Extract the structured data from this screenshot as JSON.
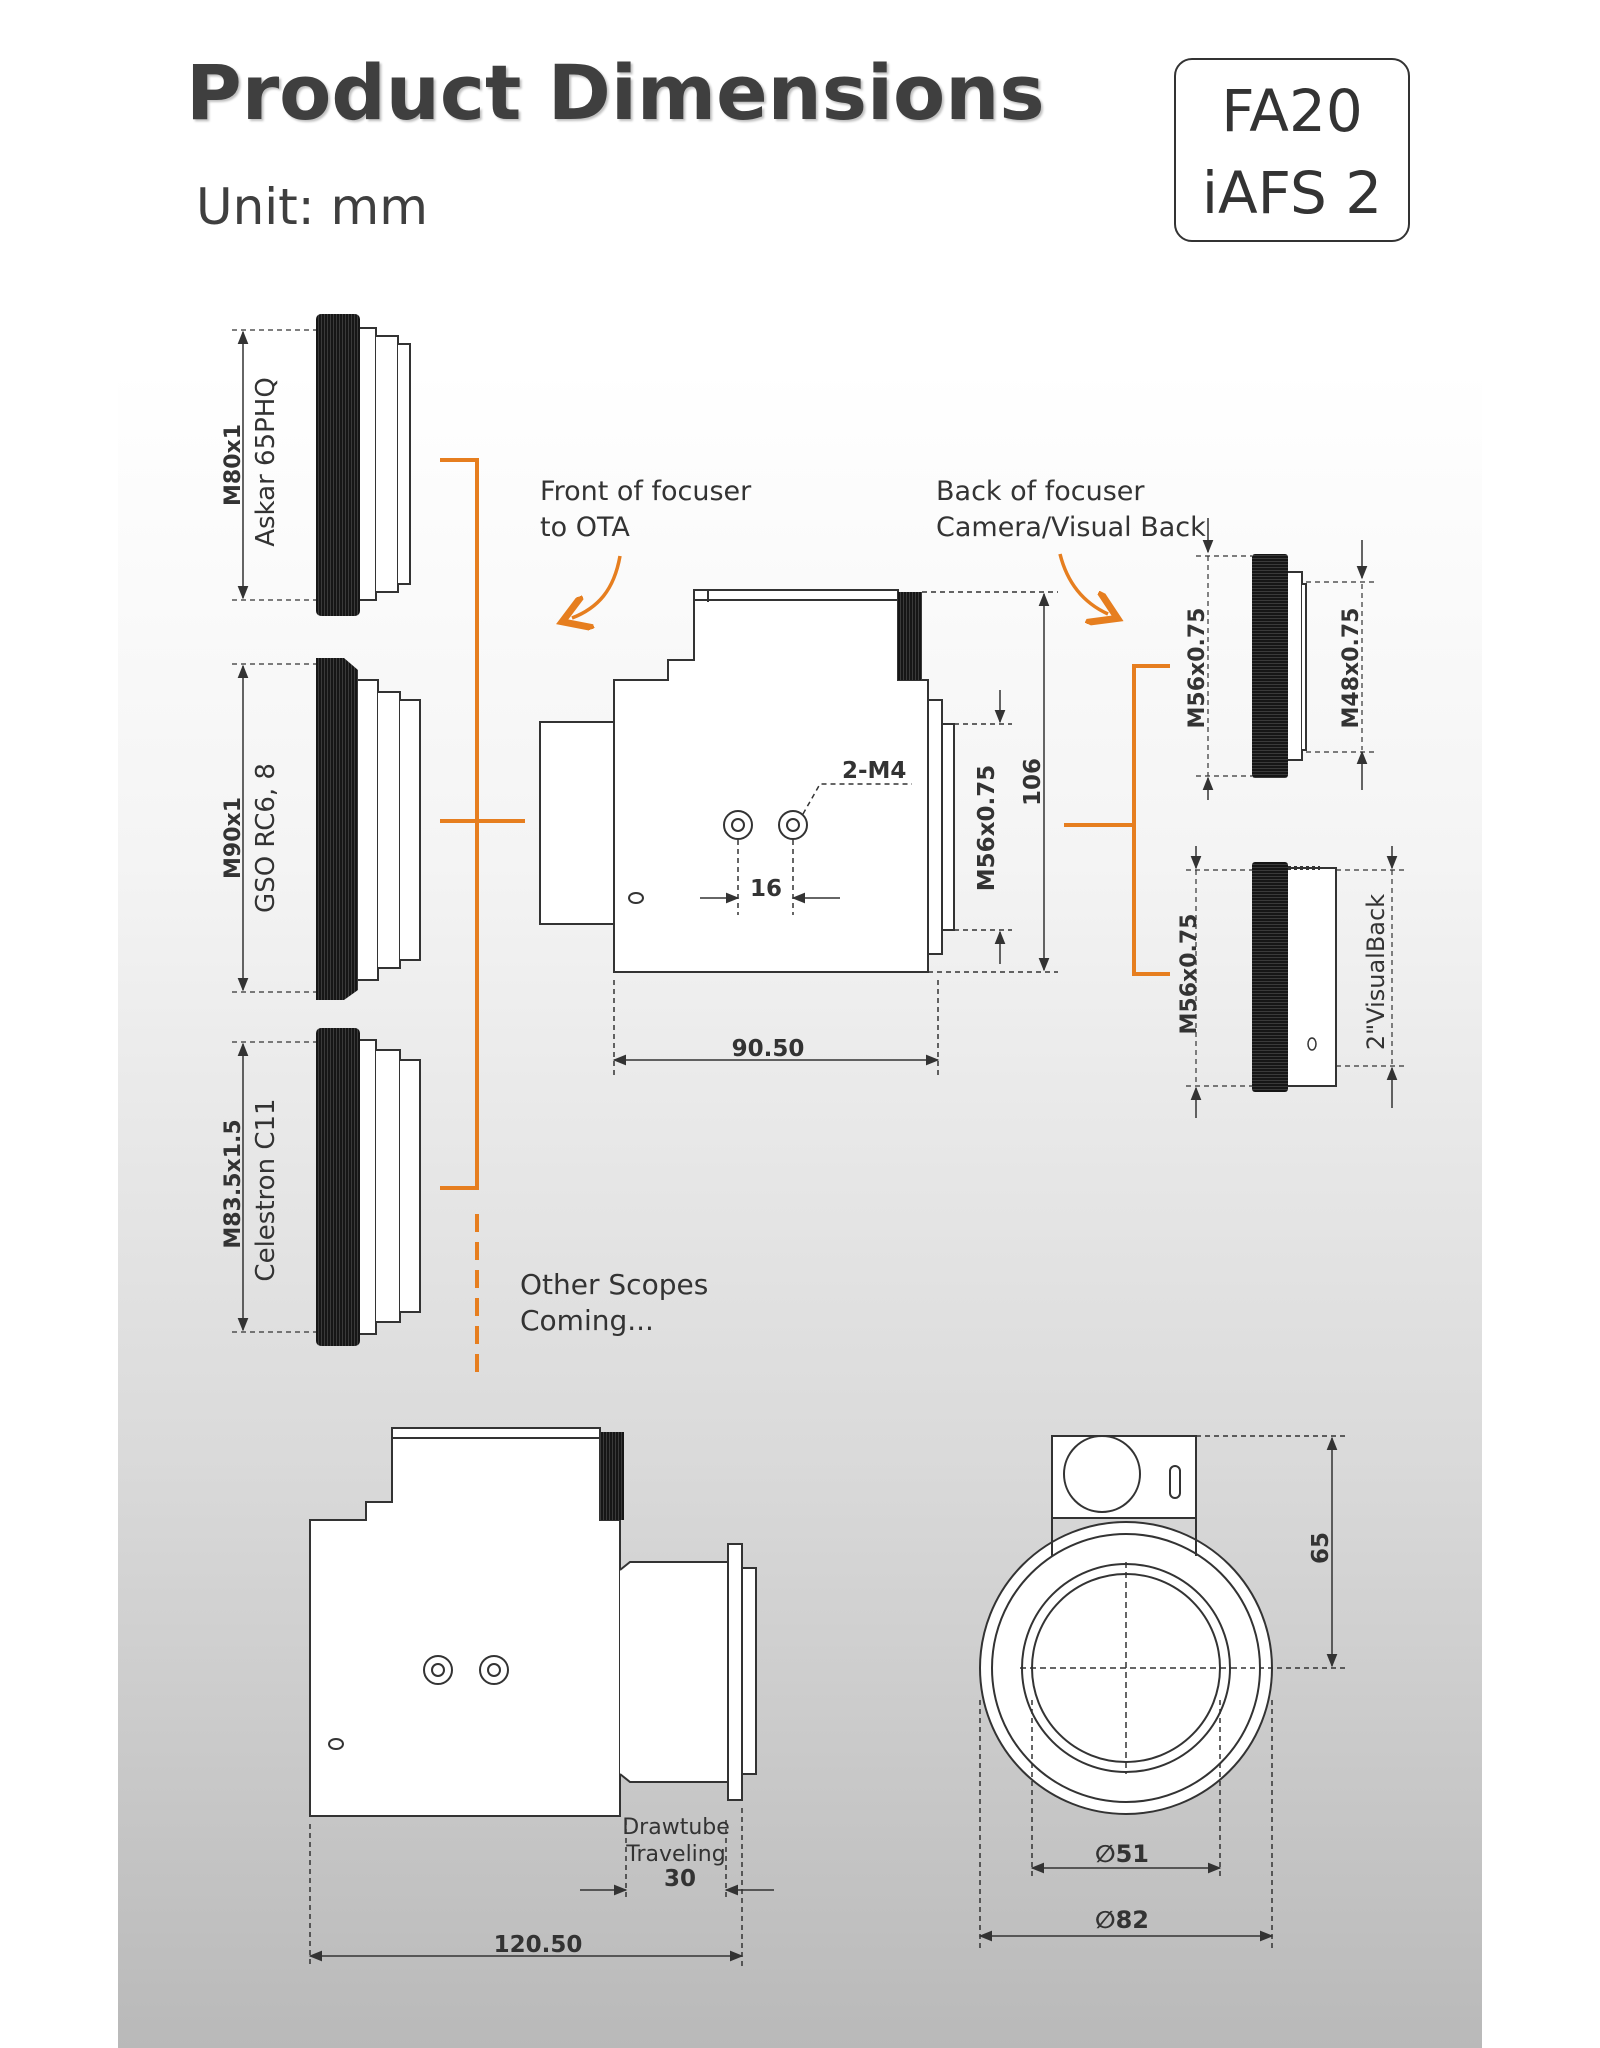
{
  "header": {
    "title": "Product Dimensions",
    "unit": "Unit: mm",
    "model_line1": "FA20",
    "model_line2": "iAFS 2"
  },
  "colors": {
    "accent": "#e67e1f",
    "ink": "#333333",
    "title": "#3f3f3f"
  },
  "adapters_left": [
    {
      "thread": "M80x1",
      "scope": "Askar 65PHQ"
    },
    {
      "thread": "M90x1",
      "scope": "GSO RC6, 8"
    },
    {
      "thread": "M83.5x1.5",
      "scope": "Celestron C11"
    }
  ],
  "other_scopes": {
    "line1": "Other Scopes",
    "line2": "Coming..."
  },
  "front_note": {
    "line1": "Front of focuser",
    "line2": "to OTA"
  },
  "back_note": {
    "line1": "Back of focuser",
    "line2": "Camera/Visual Back"
  },
  "focuser_top": {
    "screw_label": "2-M4",
    "screw_spacing": "16",
    "thread_label": "M56x0.75",
    "height": "106",
    "length": "90.50"
  },
  "adapters_right": [
    {
      "thread_in": "M56x0.75",
      "thread_out": "M48x0.75"
    },
    {
      "thread_in": "M56x0.75",
      "thread_out": "2\"VisualBack"
    }
  ],
  "side_view": {
    "drawtube_line1": "Drawtube",
    "drawtube_line2": "Traveling",
    "travel": "30",
    "total_length": "120.50"
  },
  "end_view": {
    "height": "65",
    "inner_dia": "∅51",
    "outer_dia": "∅82"
  }
}
